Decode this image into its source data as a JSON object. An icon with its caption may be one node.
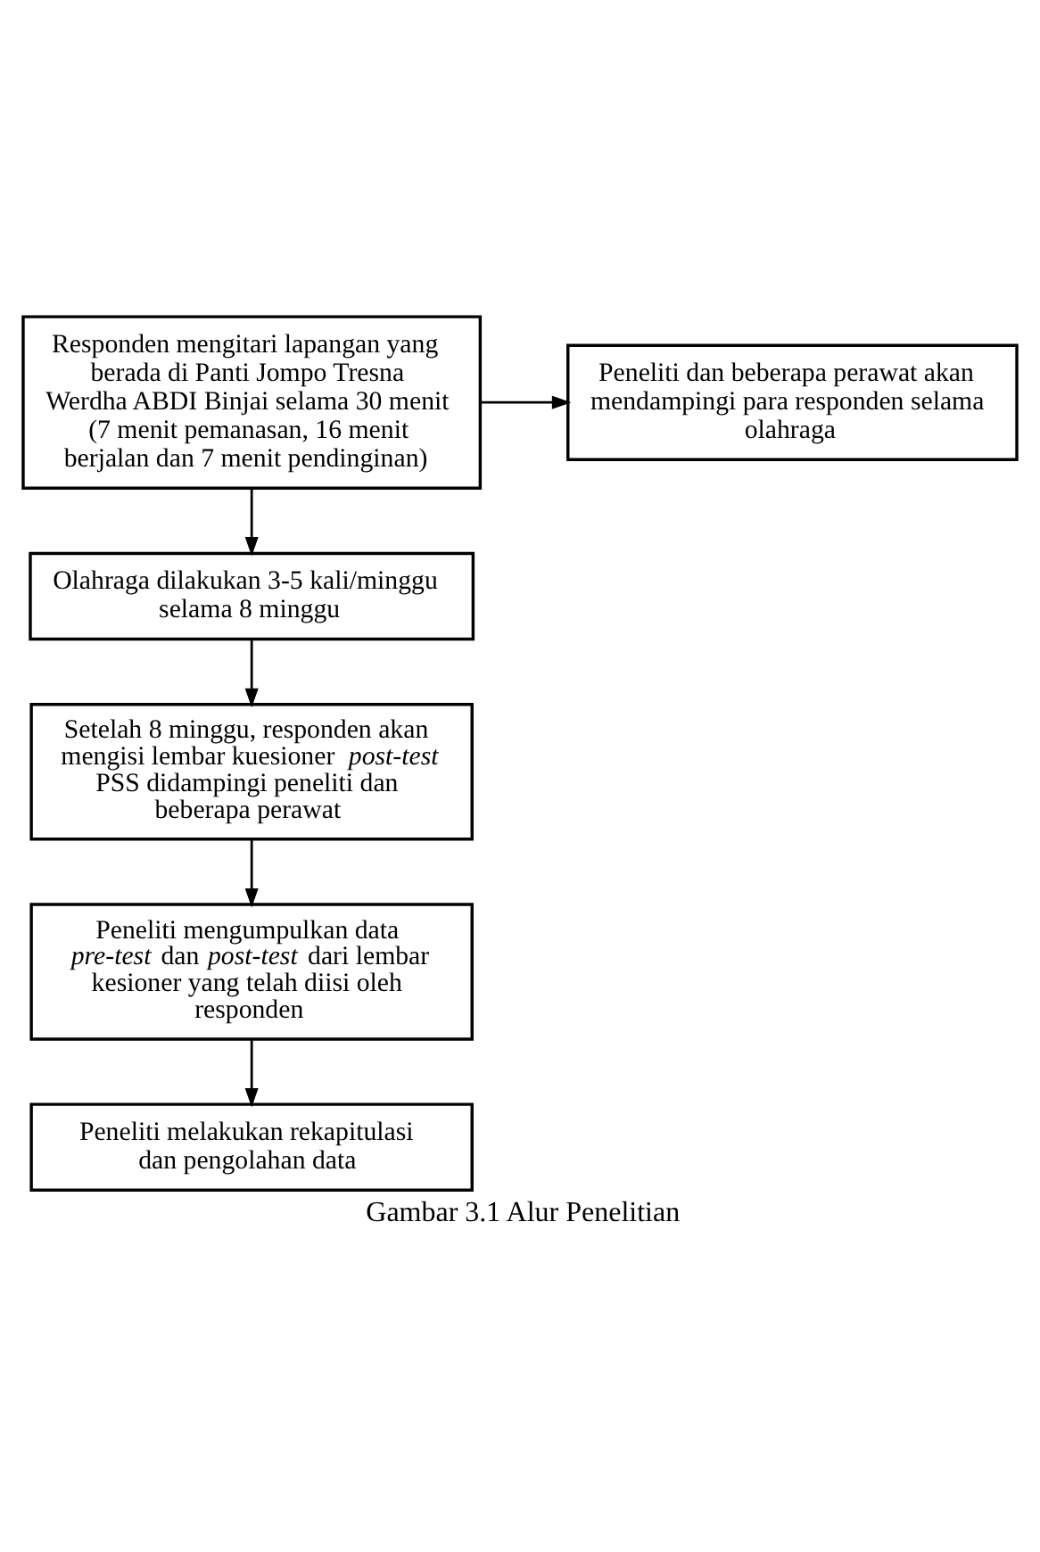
{
  "diagram": {
    "caption": "Gambar 3.1 Alur Penelitian",
    "nodes": [
      {
        "text": [
          "Responden mengitari lapangan yang berada di Panti Jompo Tresna Werdha ABDI Binjai selama 30 menit (7 menit pemanasan, 16 menit berjalan dan 7 menit pendinginan)"
        ]
      },
      {
        "text": [
          "Peneliti dan beberapa perawat akan mendampingi para responden selama olahraga"
        ]
      },
      {
        "text": [
          "Olahraga dilakukan 3-5 kali/minggu selama 8 minggu"
        ]
      },
      {
        "text": [
          "Setelah 8 minggu, responden akan mengisi lembar kuesioner *post-test* PSS didampingi peneliti dan beberapa perawat"
        ]
      },
      {
        "text": [
          "Peneliti mengumpulkan data *pre-test* dan *post-test* dari lembar kesioner yang telah diisi oleh responden"
        ]
      },
      {
        "text": [
          "Peneliti melakukan rekapitulasi dan pengolahan data"
        ]
      }
    ],
    "edges": [
      {
        "from": 0,
        "to": 1,
        "arrow": "to"
      },
      {
        "from": 0,
        "to": 2,
        "arrow": "to"
      },
      {
        "from": 2,
        "to": 3,
        "arrow": "to"
      },
      {
        "from": 3,
        "to": 4,
        "arrow": "to"
      },
      {
        "from": 4,
        "to": 5,
        "arrow": "to"
      }
    ]
  }
}
